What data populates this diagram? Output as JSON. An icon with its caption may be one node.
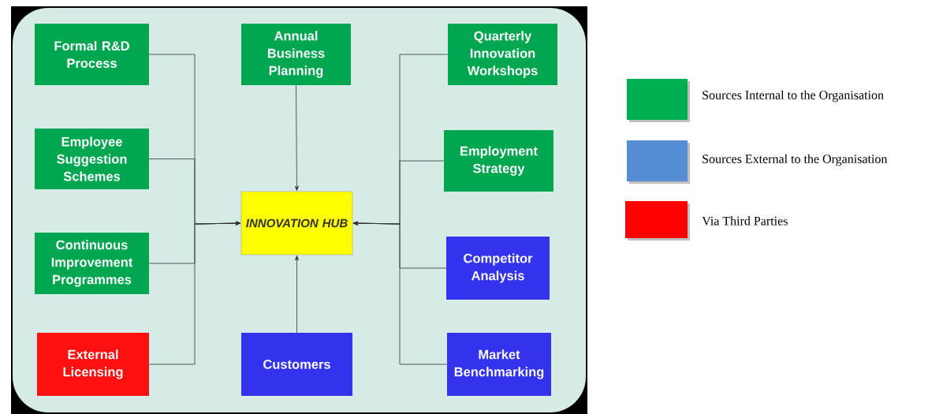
{
  "diagram": {
    "nodes": [
      {
        "text": [
          "Formal R&D Process"
        ]
      },
      {
        "text": [
          "Annual Business Planning"
        ]
      },
      {
        "text": [
          "Quarterly Innovation Workshops"
        ]
      },
      {
        "text": [
          "Employee Suggestion Schemes"
        ]
      },
      {
        "text": [
          "Employment Strategy"
        ]
      },
      {
        "text": [
          "INNOVATION HUB"
        ]
      },
      {
        "text": [
          "Continuous Improvement Programmes"
        ]
      },
      {
        "text": [
          "Competitor Analysis"
        ]
      },
      {
        "text": [
          "External Licensing"
        ]
      },
      {
        "text": [
          "Customers"
        ]
      },
      {
        "text": [
          "Market Benchmarking"
        ]
      }
    ],
    "edges": [
      {
        "from": 0,
        "to": 5,
        "arrow": "to"
      },
      {
        "from": 3,
        "to": 5,
        "arrow": "to"
      },
      {
        "from": 6,
        "to": 5,
        "arrow": "to"
      },
      {
        "from": 8,
        "to": 5,
        "arrow": "to"
      },
      {
        "from": 1,
        "to": 5,
        "arrow": "to"
      },
      {
        "from": 9,
        "to": 5,
        "arrow": "to"
      },
      {
        "from": 2,
        "to": 5,
        "arrow": "to"
      },
      {
        "from": 4,
        "to": 5,
        "arrow": "to"
      },
      {
        "from": 7,
        "to": 5,
        "arrow": "to"
      },
      {
        "from": 10,
        "to": 5,
        "arrow": "to"
      }
    ],
    "legend": [
      {
        "text": "Sources Internal to the Organisation",
        "color": "#00b050"
      },
      {
        "text": "Sources External to the Organisation",
        "color": "#558ed5"
      },
      {
        "text": "Via Third Parties",
        "color": "#ff0000"
      }
    ]
  }
}
